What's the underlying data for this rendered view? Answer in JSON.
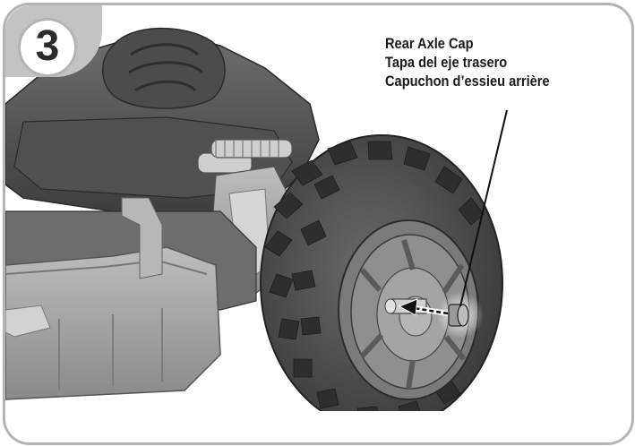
{
  "step": {
    "number": "3"
  },
  "callout": {
    "line1": "Rear Axle Cap",
    "line2": "Tapa del eje trasero",
    "line3": "Capuchon d’essieu arrière"
  },
  "icons": {
    "step_badge": "step-number-badge",
    "direction_arrow": "insert-arrow-icon",
    "illustration": "vehicle-rear-wheel-illustration"
  },
  "colors": {
    "panel_border": "#b4b4b4",
    "badge_fill": "#c3c3c3",
    "text": "#1a1a1a",
    "tire": "#4a4a4a",
    "body": "#5a5a5a",
    "plastic": "#9a9a9a"
  }
}
